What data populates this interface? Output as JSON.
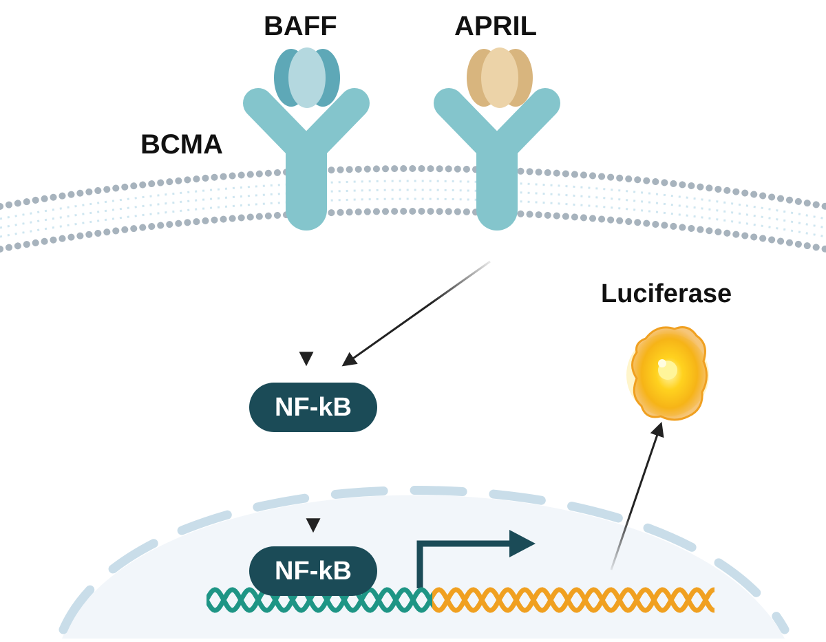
{
  "labels": {
    "baff": "BAFF",
    "april": "APRIL",
    "bcma": "BCMA",
    "luciferase": "Luciferase",
    "nfkb_cytoplasm": "NF-kB",
    "nfkb_nucleus": "NF-kB"
  },
  "colors": {
    "receptor": "#84c5cc",
    "baff_ligand": "#5ea8b7",
    "baff_ligand_light": "#b4d8df",
    "april_ligand": "#d8b57e",
    "april_ligand_light": "#ecd3a8",
    "nfkb_pill": "#1b4b57",
    "membrane_dots": "#a7b3bd",
    "membrane_tails": "#cfe6f0",
    "nucleus_fill": "#f2f6fa",
    "nucleus_envelope": "#c9dde9",
    "dna_promoter": "#1e9585",
    "dna_gene": "#f0a020",
    "luciferase_glow": "#ffd21f",
    "arrow": "#222222"
  },
  "icons": {
    "receptor": "y-shaped-receptor-icon",
    "ligand": "trimer-ligand-icon",
    "reporter": "luciferase-protein-icon",
    "promoter": "transcription-start-arrow-icon",
    "dna": "double-helix-icon"
  }
}
